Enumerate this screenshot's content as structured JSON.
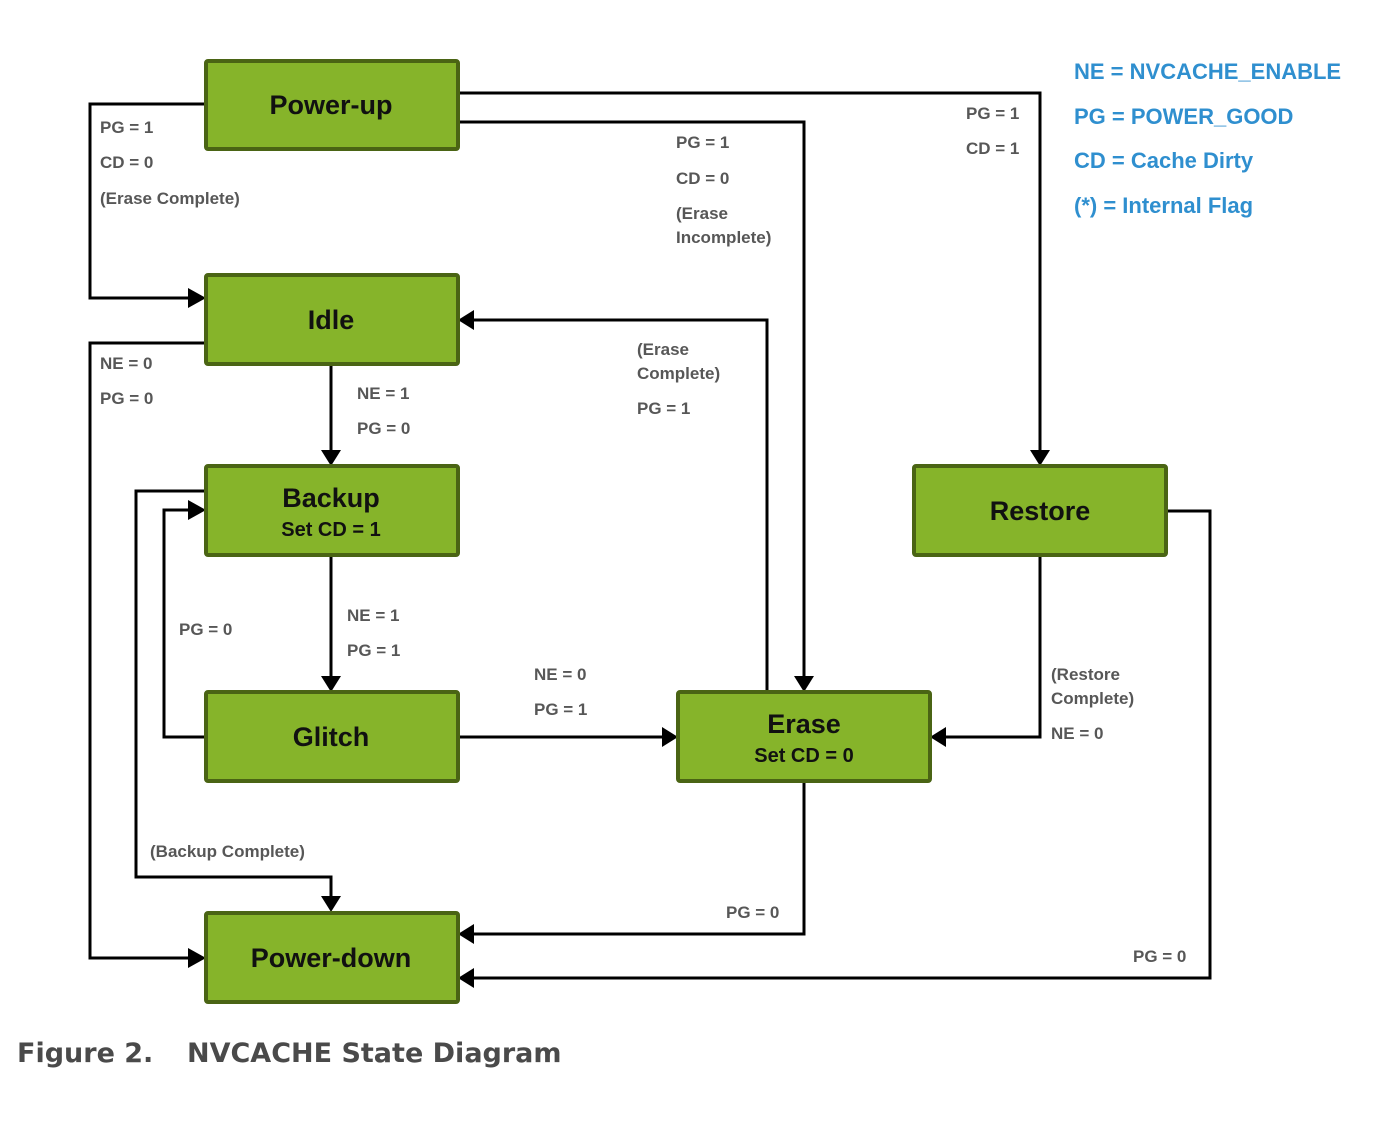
{
  "legend": [
    "NE = NVCACHE_ENABLE",
    "PG = POWER_GOOD",
    "CD = Cache Dirty",
    "(*) = Internal Flag"
  ],
  "states": {
    "power_up": {
      "title": "Power-up",
      "sub": ""
    },
    "idle": {
      "title": "Idle",
      "sub": ""
    },
    "backup": {
      "title": "Backup",
      "sub": "Set CD = 1"
    },
    "glitch": {
      "title": "Glitch",
      "sub": ""
    },
    "erase": {
      "title": "Erase",
      "sub": "Set CD = 0"
    },
    "restore": {
      "title": "Restore",
      "sub": ""
    },
    "power_down": {
      "title": "Power-down",
      "sub": ""
    }
  },
  "transitions": {
    "powerup_to_idle": {
      "from": "Power-up",
      "to": "Idle",
      "labels": [
        "PG = 1",
        "CD = 0",
        "(Erase Complete)"
      ]
    },
    "powerup_to_erase": {
      "from": "Power-up",
      "to": "Erase",
      "labels": [
        "PG = 1",
        "CD = 0",
        "(Erase",
        "Incomplete)"
      ]
    },
    "powerup_to_restore": {
      "from": "Power-up",
      "to": "Restore",
      "labels": [
        "PG = 1",
        "CD = 1"
      ]
    },
    "idle_to_powerdown": {
      "from": "Idle",
      "to": "Power-down",
      "labels": [
        "NE = 0",
        "PG = 0"
      ]
    },
    "idle_to_backup": {
      "from": "Idle",
      "to": "Backup",
      "labels": [
        "NE = 1",
        "PG = 0"
      ]
    },
    "erase_to_idle": {
      "from": "Erase",
      "to": "Idle",
      "labels": [
        "(Erase",
        "Complete)",
        "PG = 1"
      ]
    },
    "backup_to_glitch": {
      "from": "Backup",
      "to": "Glitch",
      "labels": [
        "NE = 1",
        "PG = 1"
      ]
    },
    "glitch_to_backup": {
      "from": "Glitch",
      "to": "Backup",
      "labels": [
        "PG = 0"
      ]
    },
    "glitch_to_erase": {
      "from": "Glitch",
      "to": "Erase",
      "labels": [
        "NE = 0",
        "PG = 1"
      ]
    },
    "restore_to_erase": {
      "from": "Restore",
      "to": "Erase",
      "labels": [
        "(Restore",
        "Complete)",
        "NE = 0"
      ]
    },
    "backup_to_powerdown": {
      "from": "Backup",
      "to": "Power-down",
      "labels": [
        "(Backup Complete)"
      ]
    },
    "erase_to_powerdown": {
      "from": "Erase",
      "to": "Power-down",
      "labels": [
        "PG = 0"
      ]
    },
    "restore_to_powerdown": {
      "from": "Restore",
      "to": "Power-down",
      "labels": [
        "PG = 0"
      ]
    }
  },
  "caption": {
    "number": "Figure 2.",
    "title": "NVCACHE State Diagram"
  },
  "colors": {
    "state_fill": "#86b42a",
    "state_border": "#4a6414",
    "legend_text": "#2f8fcf",
    "condition_text": "#575757",
    "caption_text": "#4a4a4a"
  }
}
